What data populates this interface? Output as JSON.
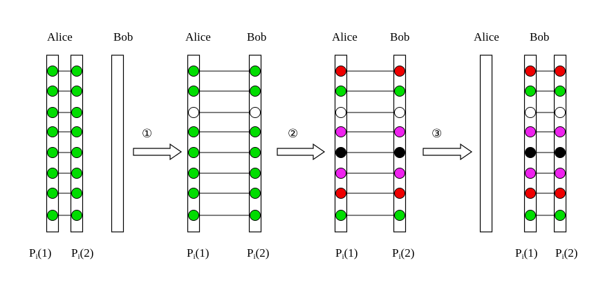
{
  "colors": {
    "green": "#00dd00",
    "red": "#ee0000",
    "white": "#ffffff",
    "magenta": "#ee22ee",
    "black": "#000000"
  },
  "panels": [
    {
      "alice": "Alice",
      "bob": "Bob",
      "bob_empty": true,
      "p1_label": "P",
      "p1_sub": "i",
      "p1_arg": "(1)",
      "p2_label": "P",
      "p2_sub": "i",
      "p2_arg": "(2)",
      "pairs": [
        "green",
        "green",
        "green",
        "green",
        "green",
        "green",
        "green",
        "green"
      ]
    },
    {
      "alice": "Alice",
      "bob": "Bob",
      "bob_empty": false,
      "p1_label": "P",
      "p1_sub": "i",
      "p1_arg": "(1)",
      "p2_label": "P",
      "p2_sub": "i",
      "p2_arg": "(2)",
      "pairs": [
        "green",
        "green",
        "white",
        "green",
        "green",
        "green",
        "green",
        "green"
      ]
    },
    {
      "alice": "Alice",
      "bob": "Bob",
      "bob_empty": false,
      "p1_label": "P",
      "p1_sub": "i",
      "p1_arg": "(1)",
      "p2_label": "P",
      "p2_sub": "i",
      "p2_arg": "(2)",
      "pairs": [
        "red",
        "green",
        "white",
        "magenta",
        "black",
        "magenta",
        "red",
        "green"
      ]
    },
    {
      "alice": "Alice",
      "bob": "Bob",
      "alice_empty": true,
      "p1_label": "P",
      "p1_sub": "i",
      "p1_arg": "(1)",
      "p2_label": "P",
      "p2_sub": "i",
      "p2_arg": "(2)",
      "pairs": [
        "red",
        "green",
        "white",
        "magenta",
        "black",
        "magenta",
        "red",
        "green"
      ]
    }
  ],
  "steps": [
    {
      "label": "①"
    },
    {
      "label": "②"
    },
    {
      "label": "③"
    }
  ]
}
